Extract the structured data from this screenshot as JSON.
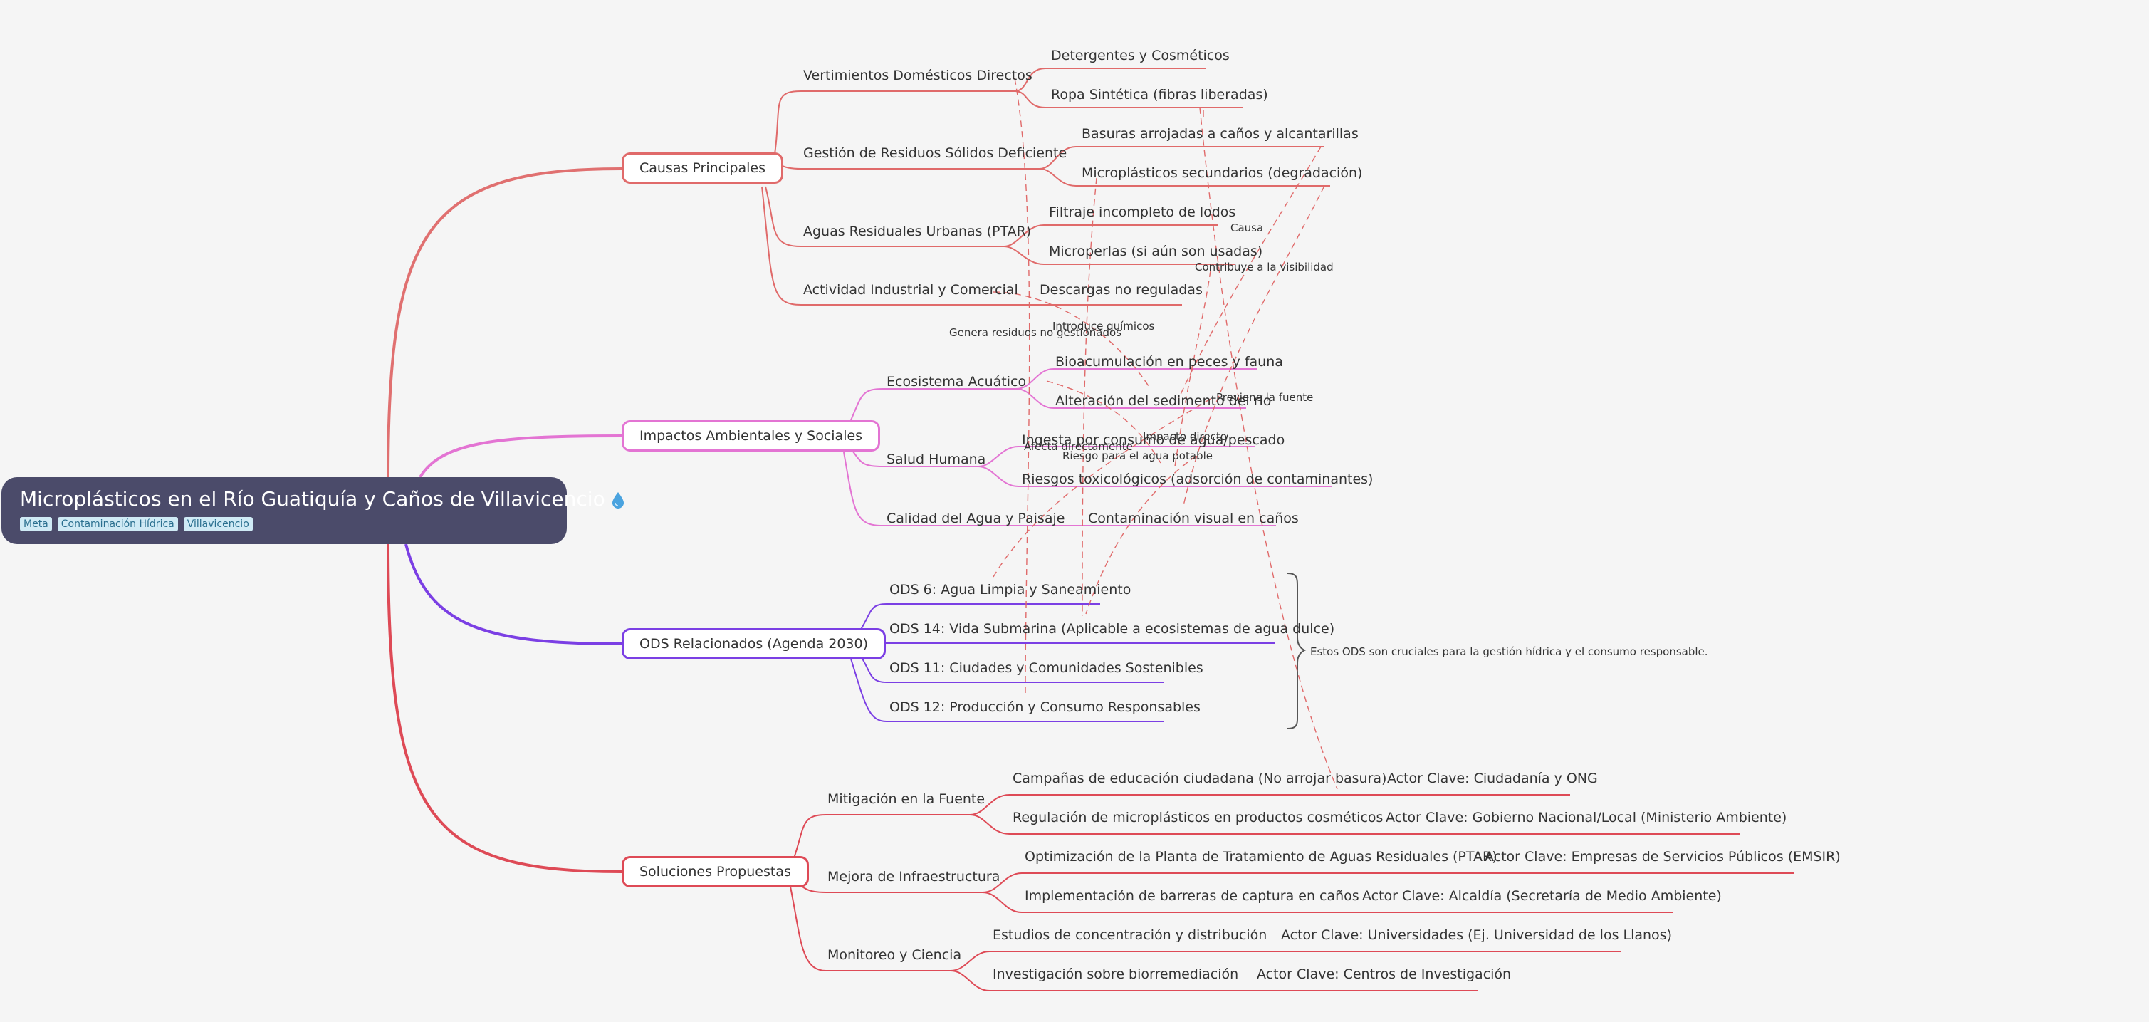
{
  "root": {
    "title": "Microplásticos en el Río Guatiquía y Caños de Villavicencio",
    "icon": "water-drop-icon",
    "tags": [
      "Meta",
      "Contaminación Hídrica",
      "Villavicencio"
    ]
  },
  "branches": {
    "causas": {
      "label": "Causas Principales",
      "color": "#e06a6a",
      "children": {
        "domesticos": {
          "label": "Vertimientos Domésticos Directos",
          "items": [
            "Detergentes y Cosméticos",
            "Ropa Sintética (fibras liberadas)"
          ]
        },
        "residuos": {
          "label": "Gestión de Residuos Sólidos Deficiente",
          "items": [
            "Basuras arrojadas a caños y alcantarillas",
            "Microplásticos secundarios (degradación)"
          ]
        },
        "ptar": {
          "label": "Aguas Residuales Urbanas (PTAR)",
          "items": [
            "Filtraje incompleto de lodos",
            "Microperlas (si aún son usadas)"
          ]
        },
        "industrial": {
          "label": "Actividad Industrial y Comercial",
          "items": [
            "Descargas no reguladas"
          ]
        }
      }
    },
    "impactos": {
      "label": "Impactos Ambientales y Sociales",
      "color": "#e374d3",
      "children": {
        "ecosistema": {
          "label": "Ecosistema Acuático",
          "items": [
            "Bioacumulación en peces y fauna",
            "Alteración del sedimento del río"
          ]
        },
        "salud": {
          "label": "Salud Humana",
          "items": [
            "Ingesta por consumo de agua/pescado",
            "Riesgos toxicológicos (adsorción de contaminantes)"
          ]
        },
        "calidad": {
          "label": "Calidad del Agua y Paisaje",
          "items": [
            "Contaminación visual en caños"
          ]
        }
      }
    },
    "ods": {
      "label": "ODS Relacionados (Agenda 2030)",
      "color": "#7b3fe4",
      "items": [
        "ODS 6: Agua Limpia y Saneamiento",
        "ODS 14: Vida Submarina (Aplicable a ecosistemas de agua dulce)",
        "ODS 11: Ciudades y Comunidades Sostenibles",
        "ODS 12: Producción y Consumo Responsables"
      ],
      "summary": "Estos ODS son cruciales para la gestión hídrica y el consumo responsable."
    },
    "soluciones": {
      "label": "Soluciones Propuestas",
      "color": "#de4a56",
      "children": {
        "mitigacion": {
          "label": "Mitigación en la Fuente",
          "items": [
            {
              "text": "Campañas de educación ciudadana (No arrojar basura)",
              "actor": "Actor Clave: Ciudadanía y ONG"
            },
            {
              "text": "Regulación de microplásticos en productos cosméticos",
              "actor": "Actor Clave: Gobierno Nacional/Local (Ministerio Ambiente)"
            }
          ]
        },
        "infraestructura": {
          "label": "Mejora de Infraestructura",
          "items": [
            {
              "text": "Optimización de la Planta de Tratamiento de Aguas Residuales (PTAR)",
              "actor": "Actor Clave: Empresas de Servicios Públicos (EMSIR)"
            },
            {
              "text": "Implementación de barreras de captura en caños",
              "actor": "Actor Clave: Alcaldía (Secretaría de Medio Ambiente)"
            }
          ]
        },
        "monitoreo": {
          "label": "Monitoreo y Ciencia",
          "items": [
            {
              "text": "Estudios de concentración y distribución",
              "actor": "Actor Clave: Universidades (Ej. Universidad de los Llanos)"
            },
            {
              "text": "Investigación sobre biorremediación",
              "actor": "Actor Clave: Centros de Investigación"
            }
          ]
        }
      }
    }
  },
  "relations": {
    "causa": "Causa",
    "contribuye": "Contribuye a la visibilidad",
    "introduce": "Introduce químicos",
    "genera": "Genera residuos no gestionados",
    "previene": "Previene la fuente",
    "impacto": "Impacto directo",
    "afecta": "Afecta directamente",
    "riesgo": "Riesgo para el agua potable"
  },
  "colors": {
    "relation": "#e06a6a",
    "background": "#f5f5f5",
    "root": "#4b4b6a"
  }
}
